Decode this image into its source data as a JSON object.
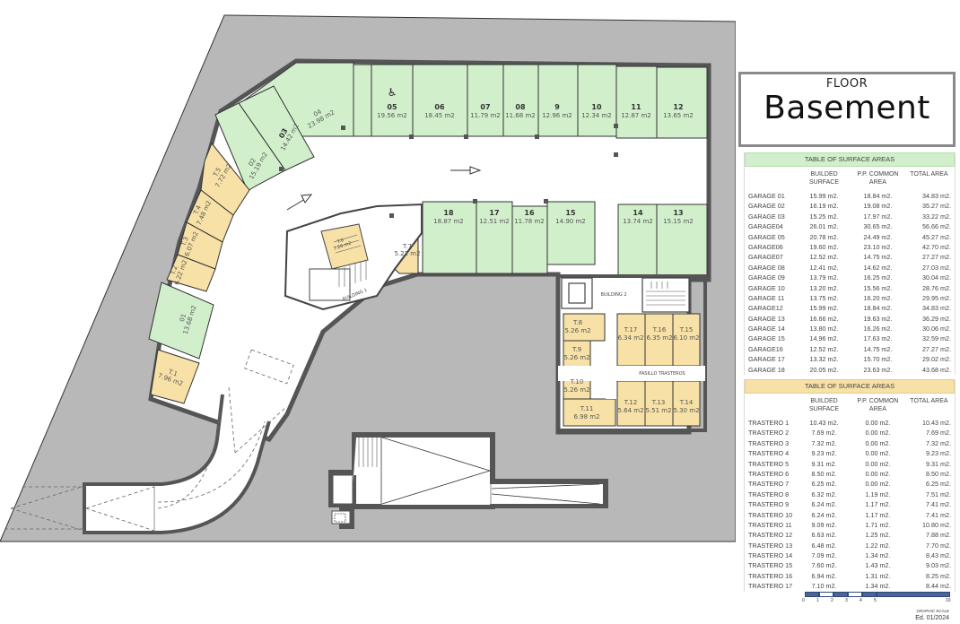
{
  "header": {
    "floor_label": "FLOOR",
    "floor_name": "Basement"
  },
  "colors": {
    "garage_fill": "#d1efcb",
    "storage_fill": "#f7e1a6",
    "ground_fill": "#b8b8b8",
    "wall": "#555555",
    "table_green": "#d1efcb",
    "table_yellow": "#f7e1a6",
    "scale_blue": "#2f4a7a"
  },
  "plan": {
    "garages": [
      {
        "id": "01",
        "area": "13.68 m2"
      },
      {
        "id": "02",
        "area": "15.19 m2"
      },
      {
        "id": "03",
        "area": "14.42 m2"
      },
      {
        "id": "04",
        "area": "23.98 m2"
      },
      {
        "id": "05",
        "area": "19.56 m2",
        "accessible": true
      },
      {
        "id": "06",
        "area": "18.45 m2"
      },
      {
        "id": "07",
        "area": "11.79 m2"
      },
      {
        "id": "08",
        "area": "11.68 m2"
      },
      {
        "id": "9",
        "area": "12.96 m2"
      },
      {
        "id": "10",
        "area": "12.34 m2"
      },
      {
        "id": "11",
        "area": "12.87 m2"
      },
      {
        "id": "12",
        "area": "13.65 m2"
      },
      {
        "id": "13",
        "area": "15.15 m2"
      },
      {
        "id": "14",
        "area": "13.74 m2"
      },
      {
        "id": "15",
        "area": "14.90 m2"
      },
      {
        "id": "16",
        "area": "11.78 m2"
      },
      {
        "id": "17",
        "area": "12.51 m2"
      },
      {
        "id": "18",
        "area": "18.87 m2"
      }
    ],
    "storage": [
      {
        "id": "T.1",
        "area": "7.96 m2"
      },
      {
        "id": "T.2",
        "area": "6.22 m2"
      },
      {
        "id": "T.3",
        "area": "6.07 m2"
      },
      {
        "id": "T.4",
        "area": "7.48 m2"
      },
      {
        "id": "T.5",
        "area": "7.72 m2"
      },
      {
        "id": "T.6",
        "area": "7.26 m2"
      },
      {
        "id": "T.7",
        "area": "5.22 m2"
      },
      {
        "id": "T.8",
        "area": "5.26 m2"
      },
      {
        "id": "T.9",
        "area": "5.26 m2"
      },
      {
        "id": "T.10",
        "area": "5.26 m2"
      },
      {
        "id": "T.11",
        "area": "6.98 m2"
      },
      {
        "id": "T.12",
        "area": "5.64 m2"
      },
      {
        "id": "T.13",
        "area": "5.51 m2"
      },
      {
        "id": "T.14",
        "area": "5.30 m2"
      },
      {
        "id": "T.15",
        "area": "6.10 m2"
      },
      {
        "id": "T.16",
        "area": "6.35 m2"
      },
      {
        "id": "T.17",
        "area": "6.34 m2"
      }
    ],
    "labels": {
      "building1": "BUILDING 1",
      "building2": "BUILDING 2",
      "corridor": "PASILLO TRASTEROS"
    }
  },
  "garage_table": {
    "title": "TABLE OF SURFACE AREAS",
    "columns": [
      "",
      "BUILDED SURFACE",
      "P.P. COMMON AREA",
      "TOTAL AREA"
    ],
    "rows": [
      [
        "GARAGE 01",
        "15.99 m2.",
        "18.84 m2.",
        "34.83 m2."
      ],
      [
        "GARAGE 02",
        "16.19 m2.",
        "19.08 m2.",
        "35.27 m2."
      ],
      [
        "GARAGE 03",
        "15.25 m2.",
        "17.97 m2.",
        "33.22 m2."
      ],
      [
        "GARAGE04",
        "26.01 m2.",
        "30.65 m2.",
        "56.66 m2."
      ],
      [
        "GARAGE 05",
        "20.78 m2.",
        "24.49 m2.",
        "45.27 m2."
      ],
      [
        "GARAGE06",
        "19.60 m2.",
        "23.10 m2.",
        "42.70 m2."
      ],
      [
        "GARAGE07",
        "12.52 m2.",
        "14.75 m2.",
        "27.27 m2."
      ],
      [
        "GARAGE 08",
        "12.41 m2.",
        "14.62 m2.",
        "27.03 m2."
      ],
      [
        "GARAGE 09",
        "13.79 m2.",
        "16.25 m2.",
        "30.04 m2."
      ],
      [
        "GARAGE 10",
        "13.20 m2.",
        "15.56 m2.",
        "28.76 m2."
      ],
      [
        "GARAGE 11",
        "13.75 m2.",
        "16.20 m2.",
        "29.95 m2."
      ],
      [
        "GARAGE12",
        "15.99 m2.",
        "18.84 m2.",
        "34.83 m2."
      ],
      [
        "GARAGE 13",
        "16.66 m2.",
        "19.63 m2.",
        "36.29 m2."
      ],
      [
        "GARAGE 14",
        "13.80 m2.",
        "16.26 m2.",
        "30.06 m2."
      ],
      [
        "GARAGE 15",
        "14.96 m2.",
        "17.63 m2.",
        "32.59 m2."
      ],
      [
        "GARAGE16",
        "12.52 m2.",
        "14.75 m2.",
        "27.27 m2."
      ],
      [
        "GARAGE 17",
        "13.32 m2.",
        "15.70 m2.",
        "29.02 m2."
      ],
      [
        "GARAGE 18",
        "20.05 m2.",
        "23.63 m2.",
        "43.68 m2."
      ]
    ]
  },
  "storage_table": {
    "title": "TABLE OF SURFACE AREAS",
    "columns": [
      "",
      "BUILDED SURFACE",
      "P.P. COMMON AREA",
      "TOTAL AREA"
    ],
    "rows": [
      [
        "TRASTERO 1",
        "10.43 m2.",
        "0.00 m2.",
        "10.43 m2."
      ],
      [
        "TRASTERO 2",
        "7.69 m2.",
        "0.00 m2.",
        "7.69 m2."
      ],
      [
        "TRASTERO 3",
        "7.32 m2.",
        "0.00 m2.",
        "7.32 m2."
      ],
      [
        "TRASTERO 4",
        "9.23 m2.",
        "0.00 m2.",
        "9.23 m2."
      ],
      [
        "TRASTERO 5",
        "9.31 m2.",
        "0.00 m2.",
        "9.31 m2."
      ],
      [
        "TRASTERO 6",
        "8.50 m2.",
        "0.00 m2.",
        "8.50 m2."
      ],
      [
        "TRASTERO 7",
        "6.25 m2.",
        "0.00 m2.",
        "6.25 m2."
      ],
      [
        "TRASTERO 8",
        "6.32 m2.",
        "1.19 m2.",
        "7.51 m2."
      ],
      [
        "TRASTERO 9",
        "6.24 m2.",
        "1.17 m2.",
        "7.41 m2."
      ],
      [
        "TRASTERO 10",
        "6.24 m2.",
        "1.17 m2.",
        "7.41 m2."
      ],
      [
        "TRASTERO 11",
        "9.09 m2.",
        "1.71 m2.",
        "10.80 m2."
      ],
      [
        "TRASTERO 12",
        "6.63 m2.",
        "1.25 m2.",
        "7.88 m2."
      ],
      [
        "TRASTERO 13",
        "6.48 m2.",
        "1.22 m2.",
        "7.70 m2."
      ],
      [
        "TRASTERO 14",
        "7.09 m2.",
        "1.34 m2.",
        "8.43 m2."
      ],
      [
        "TRASTERO 15",
        "7.60 m2.",
        "1.43 m2.",
        "9.03 m2."
      ],
      [
        "TRASTERO 16",
        "6.94 m2.",
        "1.31 m2.",
        "8.25 m2."
      ],
      [
        "TRASTERO 17",
        "7.10 m2.",
        "1.34 m2.",
        "8.44 m2."
      ]
    ]
  },
  "scale": {
    "ticks": [
      "0",
      "1",
      "2",
      "3",
      "4",
      "5",
      "10"
    ],
    "label": "GRAPHIC SCALE"
  },
  "edition": "Ed. 01/2024"
}
